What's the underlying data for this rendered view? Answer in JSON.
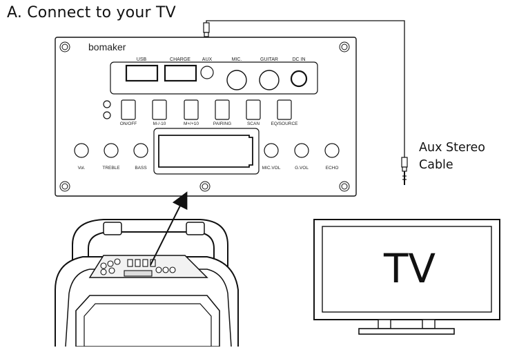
{
  "title": "A. Connect to your TV",
  "cable_label_line1": "Aux Stereo",
  "cable_label_line2": "Cable",
  "tv_label": "TV",
  "panel": {
    "brand": "bomaker",
    "ports": [
      "USB",
      "CHARGE",
      "AUX",
      "MIC.",
      "GUITAR",
      "DC IN"
    ],
    "buttons": [
      "ON/OFF",
      "M-/-10",
      "M+/+10",
      "PAIRING",
      "SCAN",
      "EQ/SOURCE"
    ],
    "knobs_left": [
      "Vol.",
      "TREBLE",
      "BASS"
    ],
    "knobs_right": [
      "MIC.VOL",
      "G.VOL",
      "ECHO"
    ]
  }
}
